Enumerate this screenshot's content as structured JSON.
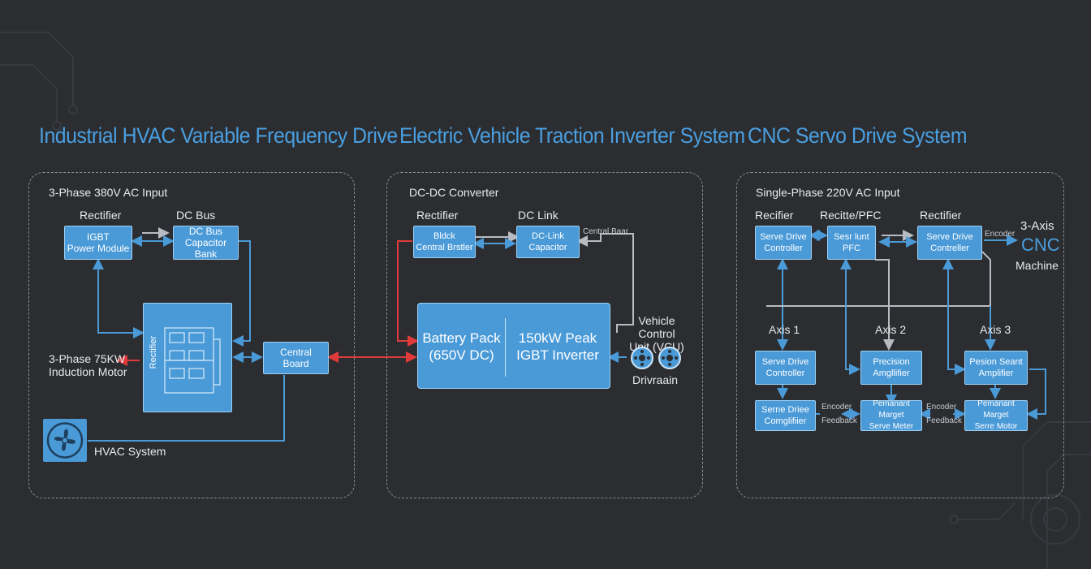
{
  "colors": {
    "background": "#2b2d31",
    "title": "#4a9fe0",
    "box_fill": "#4a9ad8",
    "box_border": "#9fd0f3",
    "wire": "#4a9ad8",
    "wire_gray": "#b8bcc2",
    "wire_red": "#e03a3a",
    "panel_border": "#8a8d93"
  },
  "titles": {
    "hvac": "Industrial HVAC Variable Frequency Drive",
    "ev": "Electric Vehicle Traction Inverter System",
    "cnc": "CNC Servo Drive System"
  },
  "hvac": {
    "input_label": "3-Phase 380V AC Input",
    "rectifier_label": "Rectifier",
    "dcbus_label": "DC Bus",
    "igbt_box": "IGBT\nPower Module",
    "capacitor_box": "DC Bus\nCapacitor Bank",
    "rectifier_module_label": "Rectifier",
    "control_board": "Central\nBoard",
    "motor_label": "3-Phase 75KW\nInduction Motor",
    "fan_icon": "fan-icon",
    "hvac_system_label": "HVAC System"
  },
  "ev": {
    "dcdc_label": "DC-DC Converter",
    "rectifier_label": "Rectifier",
    "dclink_label": "DC Link",
    "central_box": "Bldck\nCentral Brstler",
    "capacitor_box": "DC-Link\nCapacitor",
    "central_bear_label": "Central Baar",
    "battery_text": "Battery Pack\n(650V DC)",
    "inverter_text": "150kW Peak\nIGBT Inverter",
    "vcu_label": "Vehicle Control\nUnit (VCU)",
    "drivetrain_label": "Drivraain",
    "wheel_icon": "wheel-icon"
  },
  "cnc": {
    "input_label": "Single-Phase 220V AC Input",
    "rectifier1_label": "Recifier",
    "rectifier2_label": "Recitte/PFC",
    "rectifier3_label": "Rectifier",
    "servo_ctrl_top": "Serve Drive\nController",
    "pfc_box": "Sesr lunt\nPFC",
    "servo_ctrl_right": "Serve Drive\nContreller",
    "encoder_top": "Encoder",
    "machine_label_1": "3-Axis",
    "machine_label_2": "CNC",
    "machine_label_3": "Machine",
    "axis1": "Axis 1",
    "axis2": "Axis 2",
    "axis3": "Axis 3",
    "axis1_ctrl": "Serve Drive\nController",
    "axis2_amp": "Precision\nAmgllifier",
    "axis3_amp": "Pesion Seant\nAmplifier",
    "axis1_comp": "Serne Driee\nComglifiier",
    "axis2_motor": "Pemanant Marget\nServe Meter",
    "axis3_motor": "Pemanant Marget\nSerre Motor",
    "encoder1": "Encoder",
    "feedback1": "Feedback",
    "encoder2": "Encoder",
    "feedback2": "Feedback"
  }
}
